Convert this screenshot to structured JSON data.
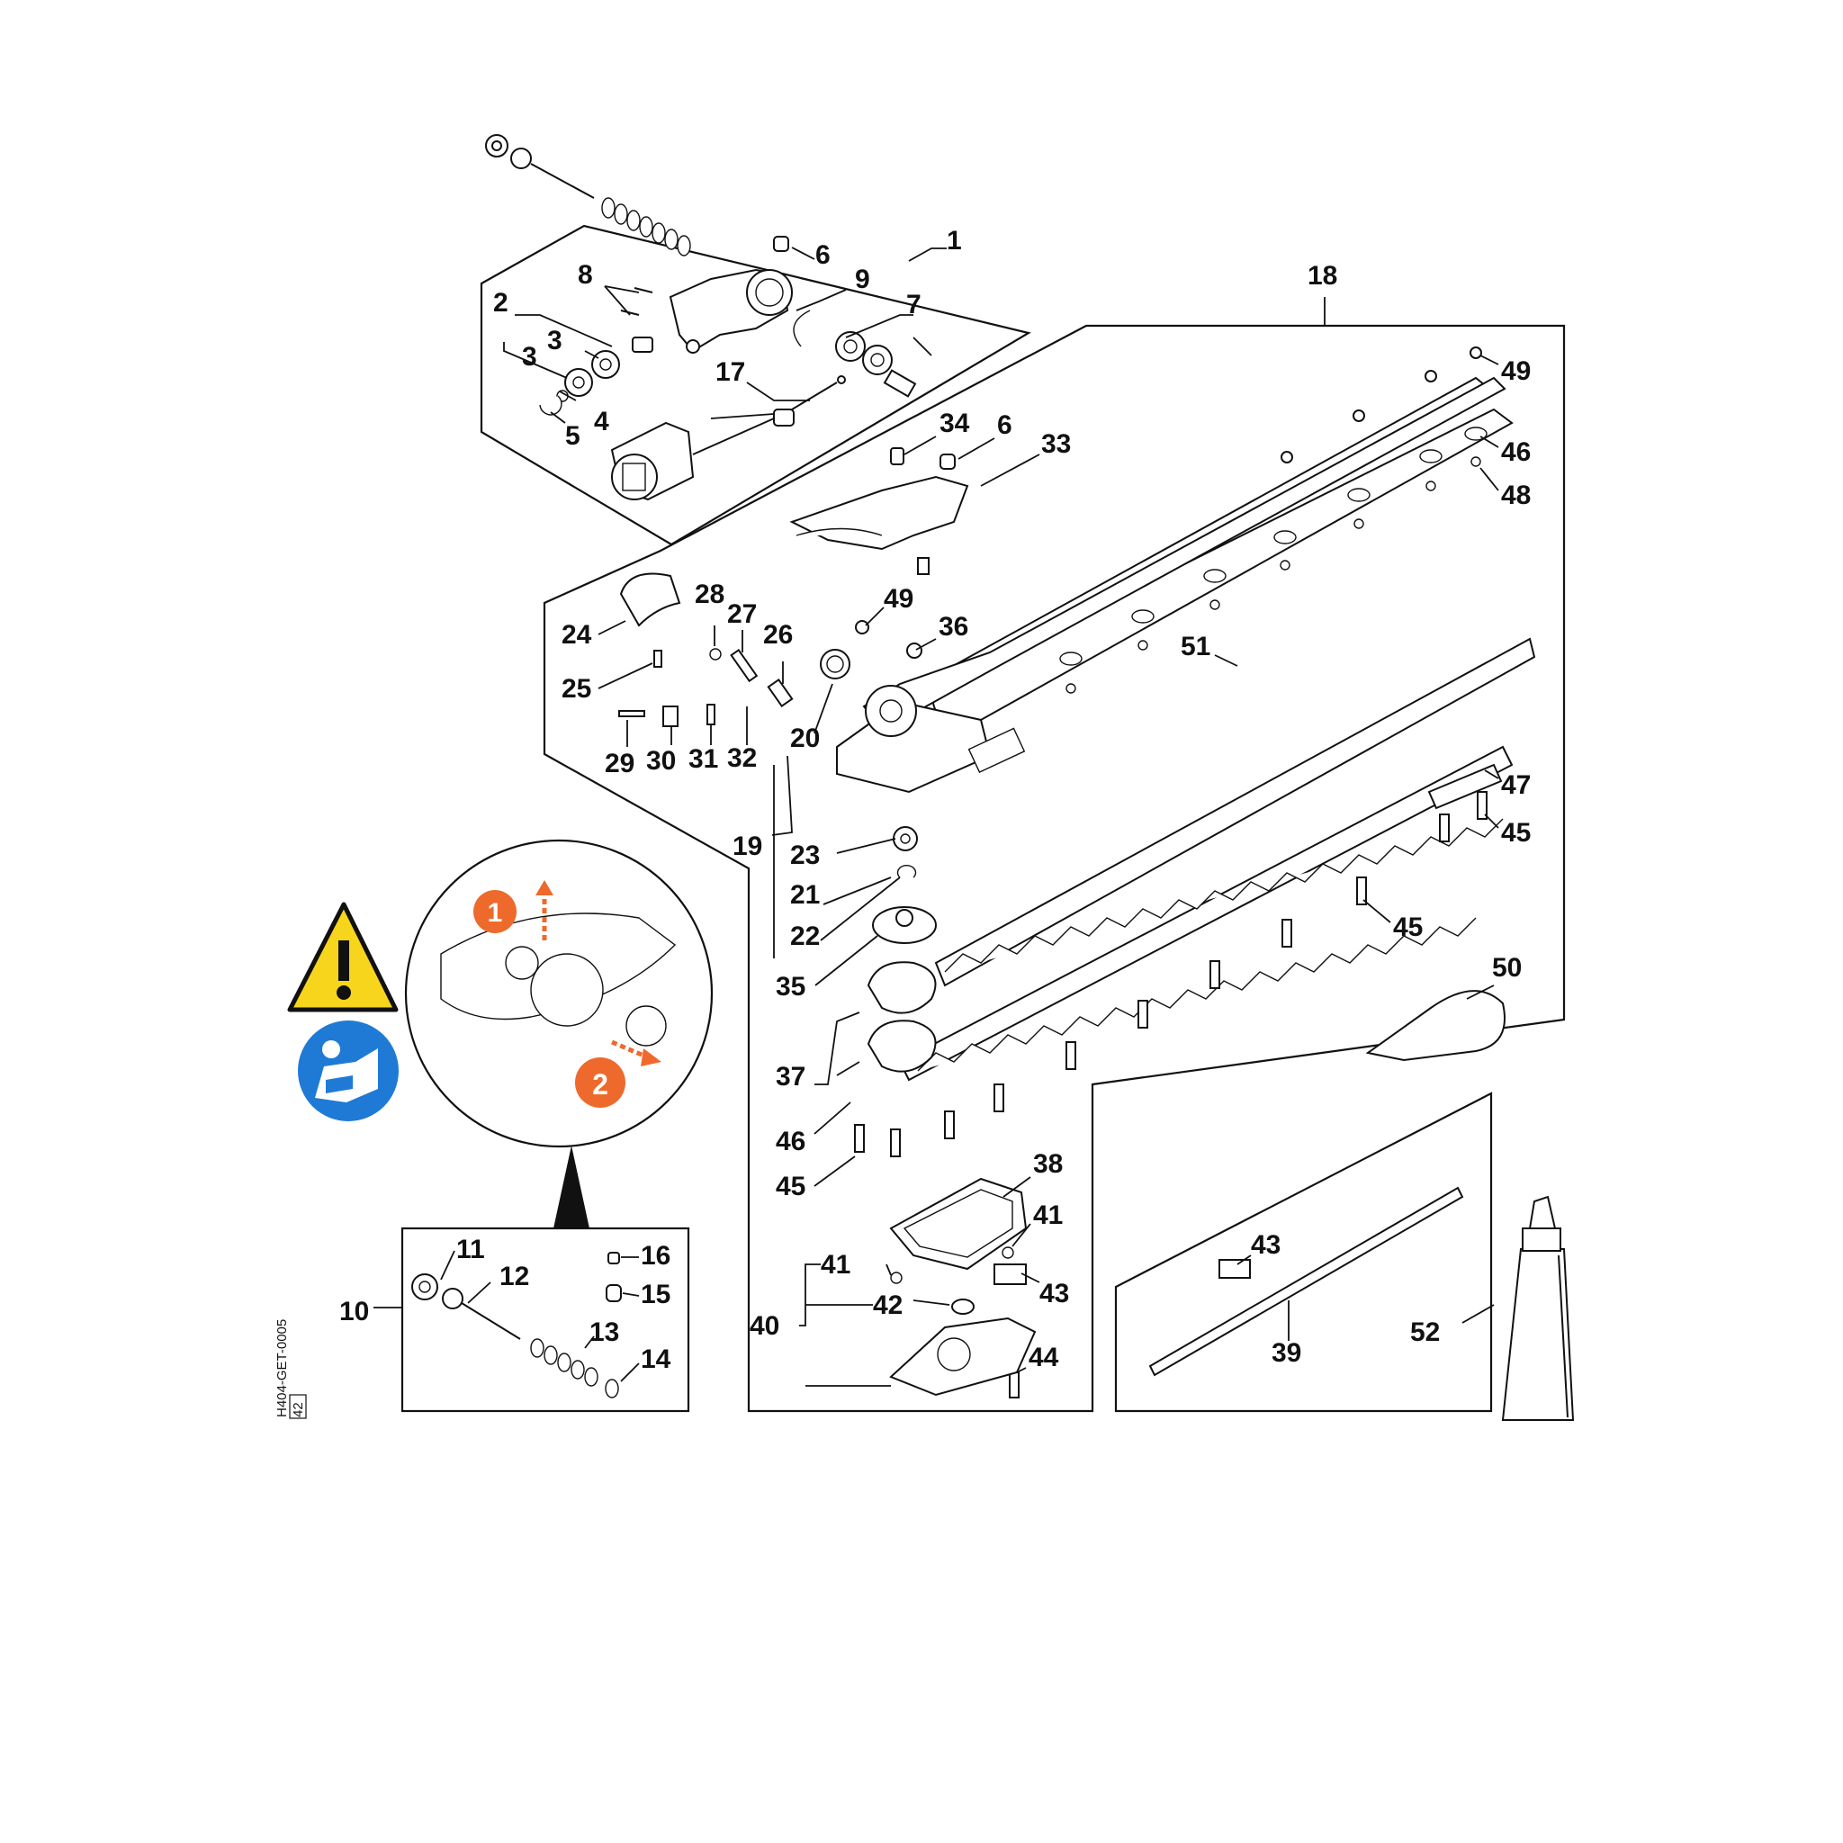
{
  "drawing": {
    "doc_id": "H404-GET-0005",
    "doc_sheet": "42"
  },
  "warning": {
    "step_1": "1",
    "step_2": "2",
    "warning_icon": "warning-triangle-icon",
    "manual_icon": "read-manual-icon",
    "accent_color": "#ee6a2c",
    "warning_color": "#f7d51d",
    "manual_color": "#1f7ad6"
  },
  "callouts": {
    "c1": "1",
    "c2": "2",
    "c3a": "3",
    "c3b": "3",
    "c4": "4",
    "c5": "5",
    "c6a": "6",
    "c6b": "6",
    "c7": "7",
    "c8": "8",
    "c9": "9",
    "c10": "10",
    "c11": "11",
    "c12": "12",
    "c13": "13",
    "c14": "14",
    "c15": "15",
    "c16": "16",
    "c17": "17",
    "c18": "18",
    "c19": "19",
    "c20": "20",
    "c21": "21",
    "c22": "22",
    "c23": "23",
    "c24": "24",
    "c25": "25",
    "c26": "26",
    "c27": "27",
    "c28": "28",
    "c29": "29",
    "c30": "30",
    "c31": "31",
    "c32": "32",
    "c33": "33",
    "c34": "34",
    "c35": "35",
    "c36": "36",
    "c37": "37",
    "c38": "38",
    "c39": "39",
    "c40": "40",
    "c41a": "41",
    "c41b": "41",
    "c42": "42",
    "c43a": "43",
    "c43b": "43",
    "c44": "44",
    "c45a": "45",
    "c45b": "45",
    "c45c": "45",
    "c46a": "46",
    "c46b": "46",
    "c47": "47",
    "c48": "48",
    "c49a": "49",
    "c49b": "49",
    "c50": "50",
    "c51": "51",
    "c52": "52"
  }
}
